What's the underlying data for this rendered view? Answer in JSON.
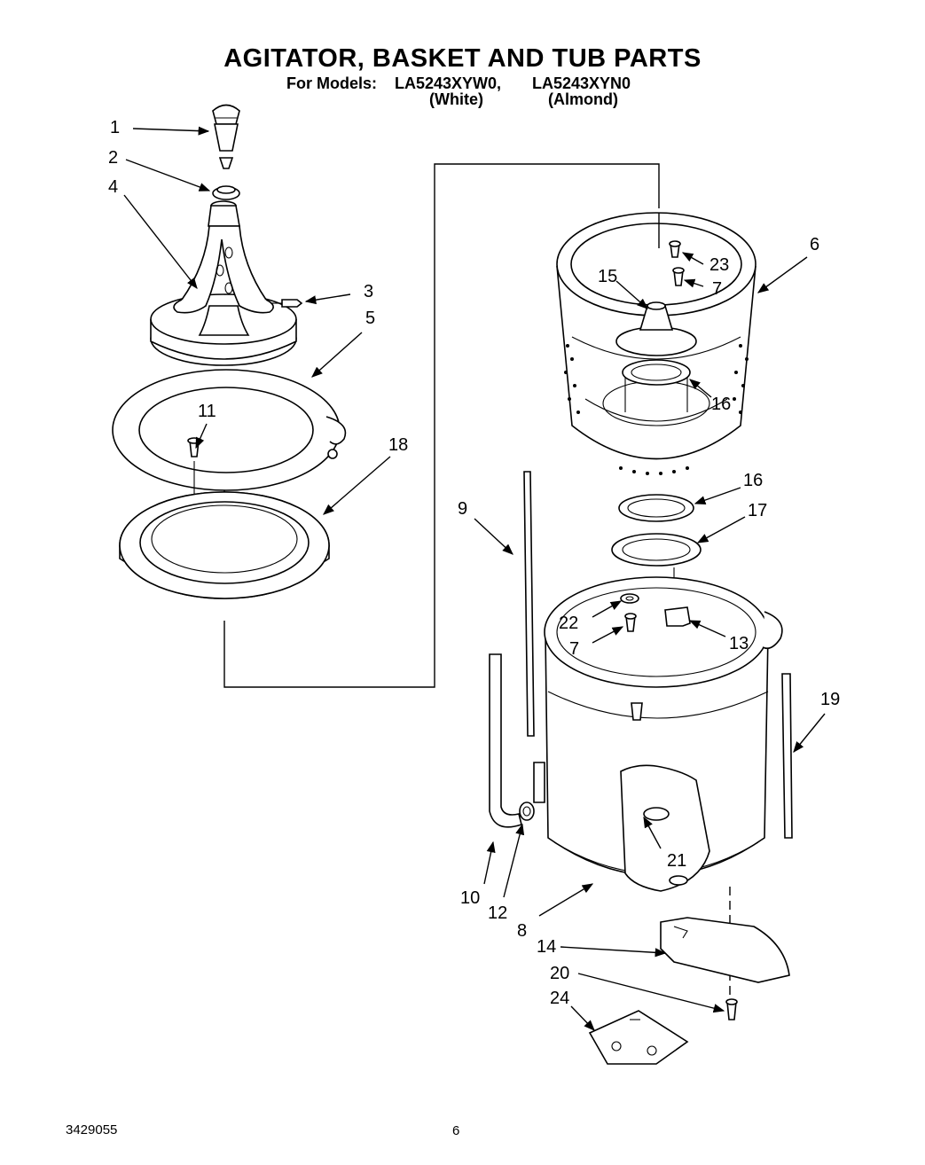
{
  "title": "AGITATOR, BASKET AND TUB PARTS",
  "models_prefix": "For Models:",
  "models": [
    {
      "number": "LA5243XYW0,",
      "color": "(White)"
    },
    {
      "number": "LA5243XYN0",
      "color": "(Almond)"
    }
  ],
  "callouts": {
    "c1": "1",
    "c2": "2",
    "c3": "3",
    "c4": "4",
    "c5": "5",
    "c6": "6",
    "c7a": "7",
    "c7b": "7",
    "c8": "8",
    "c9": "9",
    "c10": "10",
    "c11": "11",
    "c12": "12",
    "c13": "13",
    "c14": "14",
    "c15": "15",
    "c16a": "16",
    "c16b": "16",
    "c17": "17",
    "c18": "18",
    "c19": "19",
    "c20": "20",
    "c21": "21",
    "c22": "22",
    "c23": "23",
    "c24": "24"
  },
  "footer": {
    "doc_number": "3429055",
    "page": "6"
  }
}
